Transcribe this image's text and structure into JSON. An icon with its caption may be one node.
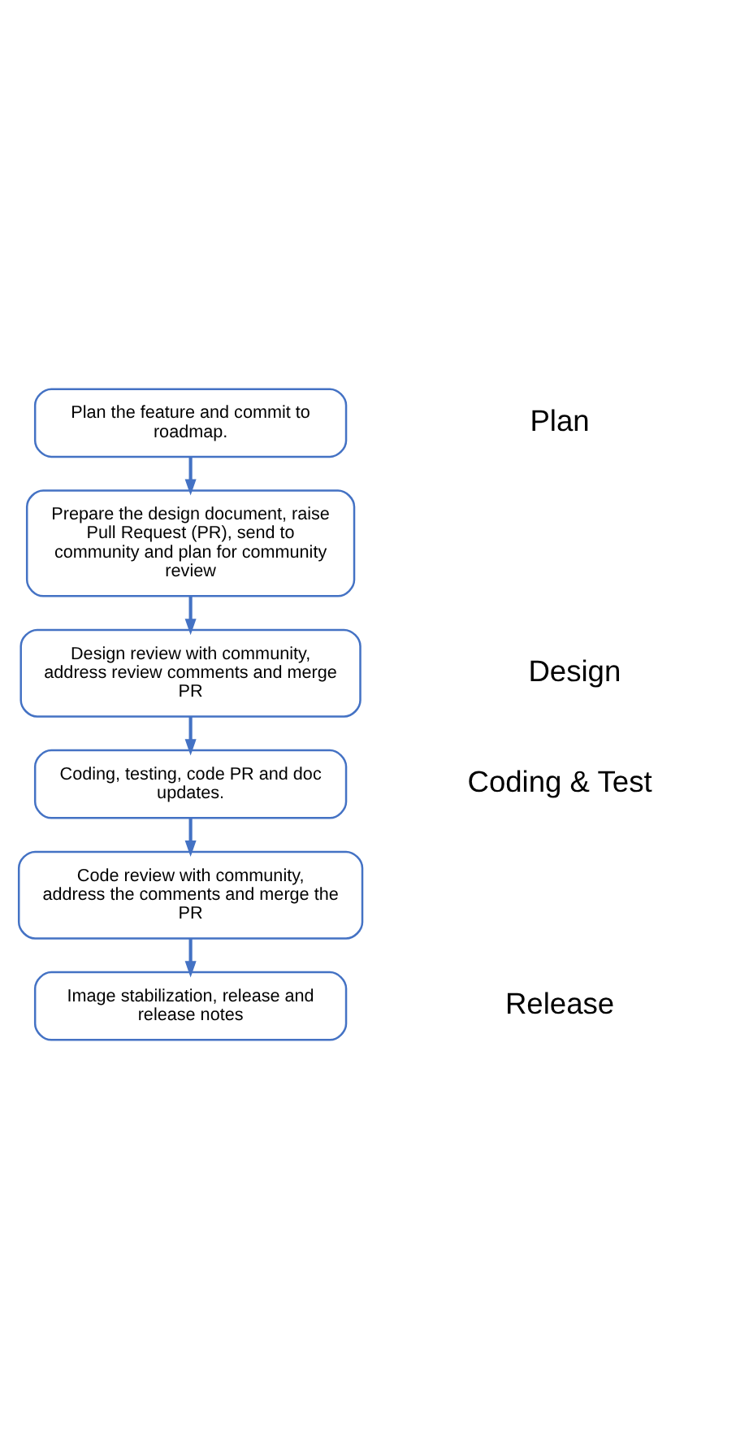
{
  "diagram": {
    "nodes": [
      {
        "text": [
          "Plan the feature and commit to roadmap."
        ]
      },
      {
        "text": [
          "Prepare the design document, raise Pull Request (PR), send to community and plan for community review"
        ]
      },
      {
        "text": [
          "Design review with community, address review comments and merge PR"
        ]
      },
      {
        "text": [
          "Coding, testing, code PR and doc updates."
        ]
      },
      {
        "text": [
          "Code review with community, address the comments and merge the PR"
        ]
      },
      {
        "text": [
          "Image stabilization, release and release notes"
        ]
      }
    ],
    "edges": [
      {
        "from": 0,
        "to": 1,
        "arrow": "to"
      },
      {
        "from": 1,
        "to": 2,
        "arrow": "to"
      },
      {
        "from": 2,
        "to": 3,
        "arrow": "to"
      },
      {
        "from": 3,
        "to": 4,
        "arrow": "to"
      },
      {
        "from": 4,
        "to": 5,
        "arrow": "to"
      }
    ],
    "labels": [
      "Plan",
      "Design",
      "Coding & Test",
      "Release"
    ]
  }
}
